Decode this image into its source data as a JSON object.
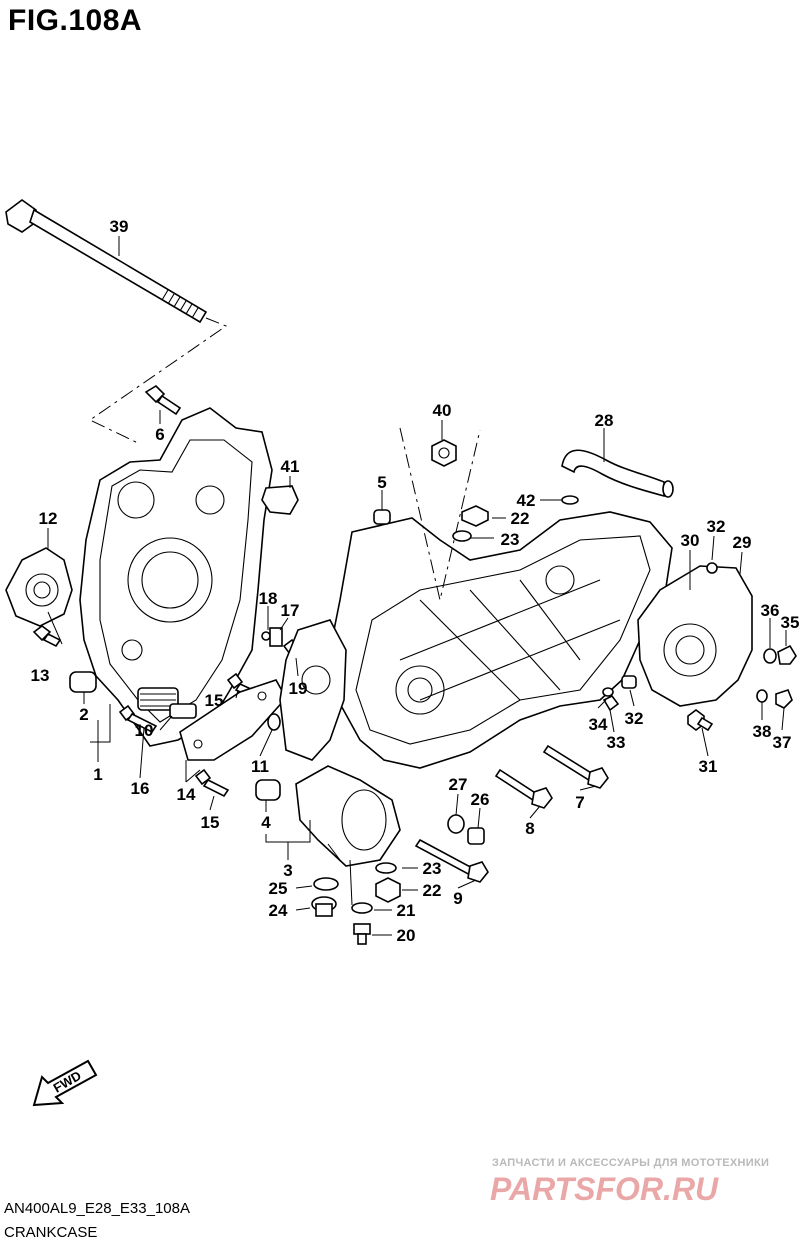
{
  "figure": {
    "title": "FIG.108A",
    "code": "AN400AL9_E28_E33_108A",
    "caption": "CRANKCASE"
  },
  "fwd_label": "FWD",
  "watermark": {
    "tagline": "ЗАПЧАСТИ И АКСЕССУАРЫ ДЛЯ МОТОТЕХНИКИ",
    "logo": "PARTSFOR.RU",
    "color": "#e38a8a"
  },
  "callouts": [
    {
      "id": "c39",
      "label": "39"
    },
    {
      "id": "c6",
      "label": "6"
    },
    {
      "id": "c40",
      "label": "40"
    },
    {
      "id": "c28",
      "label": "28"
    },
    {
      "id": "c41",
      "label": "41"
    },
    {
      "id": "c5",
      "label": "5"
    },
    {
      "id": "c42",
      "label": "42"
    },
    {
      "id": "c22a",
      "label": "22"
    },
    {
      "id": "c23a",
      "label": "23"
    },
    {
      "id": "c12",
      "label": "12"
    },
    {
      "id": "c30",
      "label": "30"
    },
    {
      "id": "c32a",
      "label": "32"
    },
    {
      "id": "c29",
      "label": "29"
    },
    {
      "id": "c18",
      "label": "18"
    },
    {
      "id": "c17",
      "label": "17"
    },
    {
      "id": "c36",
      "label": "36"
    },
    {
      "id": "c35",
      "label": "35"
    },
    {
      "id": "c13",
      "label": "13"
    },
    {
      "id": "c19",
      "label": "19"
    },
    {
      "id": "c2",
      "label": "2"
    },
    {
      "id": "c15a",
      "label": "15"
    },
    {
      "id": "c10",
      "label": "10"
    },
    {
      "id": "c34",
      "label": "34"
    },
    {
      "id": "c32b",
      "label": "32"
    },
    {
      "id": "c33",
      "label": "33"
    },
    {
      "id": "c38",
      "label": "38"
    },
    {
      "id": "c37",
      "label": "37"
    },
    {
      "id": "c1",
      "label": "1"
    },
    {
      "id": "c11",
      "label": "11"
    },
    {
      "id": "c31",
      "label": "31"
    },
    {
      "id": "c16",
      "label": "16"
    },
    {
      "id": "c14",
      "label": "14"
    },
    {
      "id": "c7",
      "label": "7"
    },
    {
      "id": "c27",
      "label": "27"
    },
    {
      "id": "c26",
      "label": "26"
    },
    {
      "id": "c15b",
      "label": "15"
    },
    {
      "id": "c4",
      "label": "4"
    },
    {
      "id": "c8",
      "label": "8"
    },
    {
      "id": "c3",
      "label": "3"
    },
    {
      "id": "c23b",
      "label": "23"
    },
    {
      "id": "c25",
      "label": "25"
    },
    {
      "id": "c22b",
      "label": "22"
    },
    {
      "id": "c9",
      "label": "9"
    },
    {
      "id": "c24",
      "label": "24"
    },
    {
      "id": "c21",
      "label": "21"
    },
    {
      "id": "c20",
      "label": "20"
    }
  ]
}
